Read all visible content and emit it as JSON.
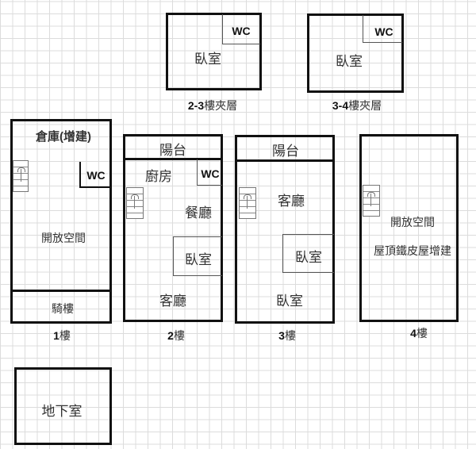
{
  "mezzanine_23": {
    "room": "臥室",
    "wc": "WC",
    "label_num": "2-3",
    "label_text": "樓夾層"
  },
  "mezzanine_34": {
    "room": "臥室",
    "wc": "WC",
    "label_num": "3-4",
    "label_text": "樓夾層"
  },
  "floor1": {
    "storage": "倉庫(增建)",
    "wc": "WC",
    "open_space": "開放空間",
    "arcade": "騎樓",
    "label_num": "1",
    "label_text": "樓"
  },
  "floor2": {
    "balcony": "陽台",
    "kitchen": "廚房",
    "wc": "WC",
    "dining": "餐廳",
    "bedroom": "臥室",
    "living": "客廳",
    "label_num": "2",
    "label_text": "樓"
  },
  "floor3": {
    "balcony": "陽台",
    "living": "客廳",
    "bedroom1": "臥室",
    "bedroom2": "臥室",
    "label_num": "3",
    "label_text": "樓"
  },
  "floor4": {
    "open_space": "開放空間",
    "note": "屋頂鐵皮屋增建",
    "label_num": "4",
    "label_text": "樓"
  },
  "basement": {
    "room": "地下室"
  }
}
